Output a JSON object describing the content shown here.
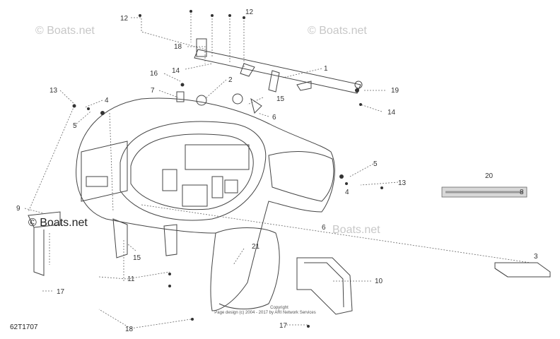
{
  "diagram_code": "62T1707",
  "copyright": {
    "line1": "Copyright",
    "line2": "Page design (c) 2004 - 2017 by ARI Network Services"
  },
  "watermarks": [
    "© Boats.net",
    "© Boats.net",
    "© Boats.net",
    "Boats.net"
  ],
  "callouts": [
    "12",
    "12",
    "18",
    "14",
    "16",
    "2",
    "1",
    "7",
    "15",
    "19",
    "13",
    "4",
    "5",
    "6",
    "14",
    "5",
    "13",
    "4",
    "20",
    "9",
    "6",
    "3",
    "15",
    "21",
    "11",
    "10",
    "17",
    "17",
    "18",
    "8"
  ]
}
